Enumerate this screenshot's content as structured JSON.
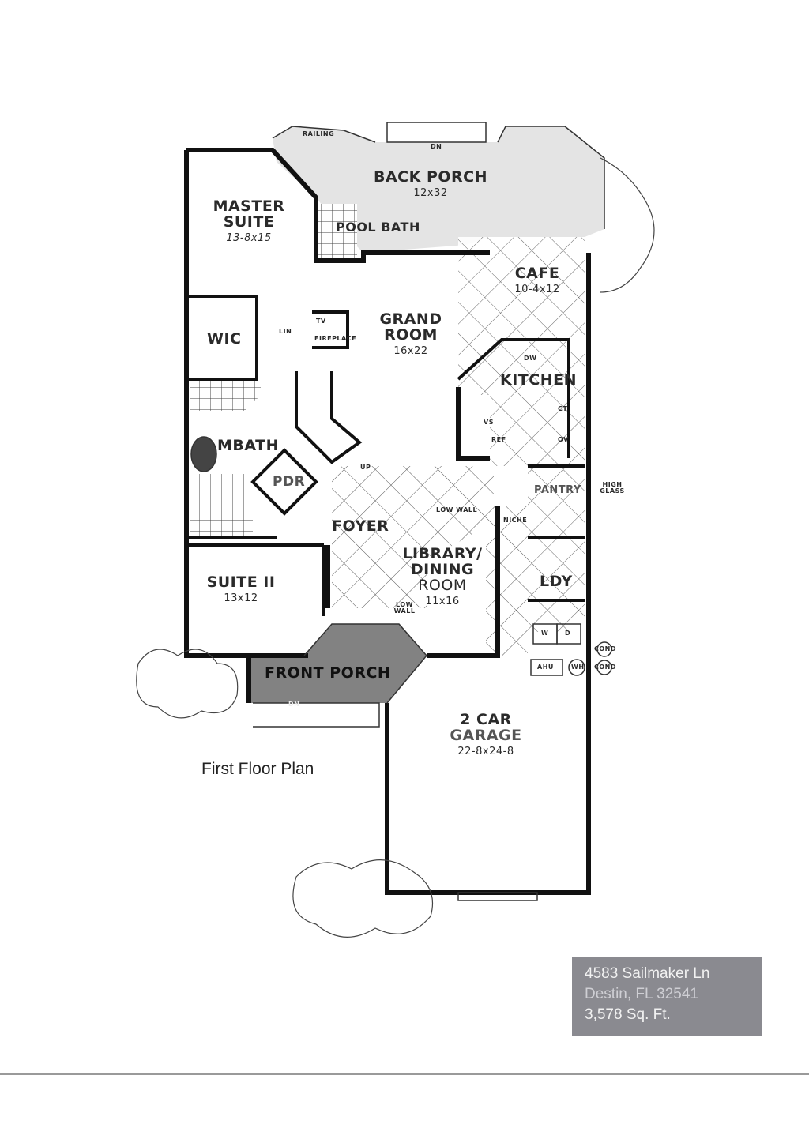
{
  "caption": "First Floor Plan",
  "rooms": {
    "back_porch": {
      "name": "BACK PORCH",
      "dim": "12x32"
    },
    "master_suite": {
      "name1": "MASTER",
      "name2": "SUITE",
      "dim": "13-8x15"
    },
    "pool_bath": {
      "name": "POOL BATH"
    },
    "cafe": {
      "name": "CAFE",
      "dim": "10-4x12"
    },
    "grand_room": {
      "name1": "GRAND",
      "name2": "ROOM",
      "dim": "16x22"
    },
    "wic": {
      "name": "WIC"
    },
    "kitchen": {
      "name": "KITCHEN"
    },
    "mbath": {
      "name": "MBATH"
    },
    "pdr": {
      "name": "PDR"
    },
    "pantry": {
      "name": "PANTRY"
    },
    "foyer": {
      "name": "FOYER"
    },
    "library": {
      "name1": "LIBRARY/",
      "name2": "DINING",
      "name3": "ROOM",
      "dim": "11x16"
    },
    "suite2": {
      "name": "SUITE II",
      "dim": "13x12"
    },
    "ldy": {
      "name": "LDY"
    },
    "front_porch": {
      "name": "FRONT PORCH"
    },
    "garage": {
      "name1": "2 CAR",
      "name2": "GARAGE",
      "dim": "22-8x24-8"
    }
  },
  "notes": {
    "railing": "RAILING",
    "dn_back": "DN",
    "dn_front": "DN",
    "lin": "LIN",
    "tv": "TV",
    "fireplace": "FIREPLACE",
    "dw": "DW",
    "ref": "REF",
    "vs": "VS",
    "ct": "CT",
    "ov": "OV",
    "up": "UP",
    "low_wall": "LOW WALL",
    "low_wall2": "LOW WALL",
    "niche": "NICHE",
    "high_glass": "HIGH GLASS",
    "w": "W",
    "d": "D",
    "ahu": "AHU",
    "wh": "WH",
    "cond1": "COND",
    "cond2": "COND"
  },
  "address": {
    "line1": "4583 Sailmaker Ln",
    "line2": "Destin, FL 32541",
    "line3": "3,578 Sq. Ft."
  }
}
